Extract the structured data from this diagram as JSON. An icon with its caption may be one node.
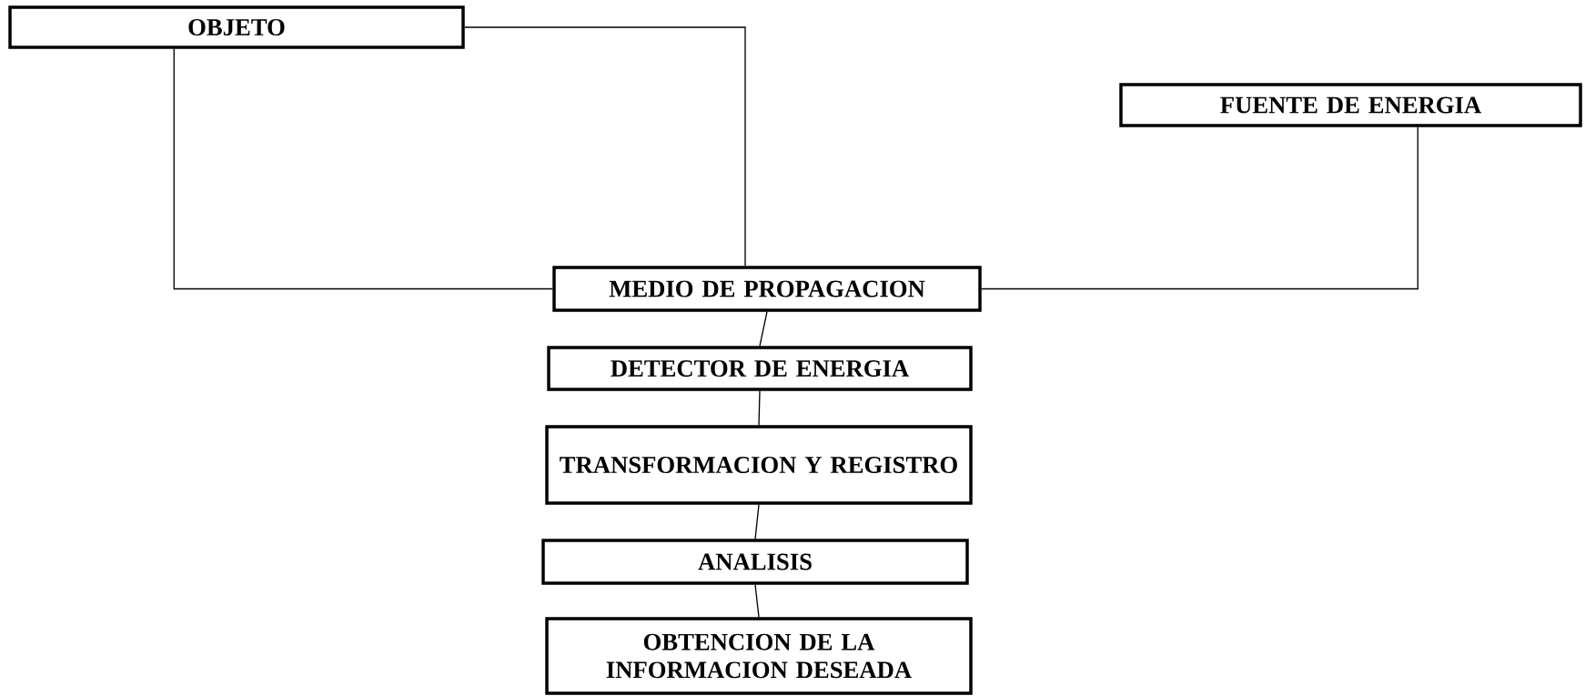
{
  "diagram": {
    "nodes": [
      {
        "text": [
          "OBJETO"
        ]
      },
      {
        "text": [
          "FUENTE DE ENERGIA"
        ]
      },
      {
        "text": [
          "MEDIO DE PROPAGACION"
        ]
      },
      {
        "text": [
          "DETECTOR DE ENERGIA"
        ]
      },
      {
        "text": [
          "TRANSFORMACION Y REGISTRO"
        ]
      },
      {
        "text": [
          "ANALISIS"
        ]
      },
      {
        "text": [
          "OBTENCION DE LA INFORMACION DESEADA"
        ]
      }
    ],
    "edges": [
      {
        "from": 0,
        "to": 2,
        "arrow": "none"
      },
      {
        "from": 0,
        "to": 2,
        "arrow": "none"
      },
      {
        "from": 1,
        "to": 2,
        "arrow": "none"
      },
      {
        "from": 2,
        "to": 3,
        "arrow": "none"
      },
      {
        "from": 3,
        "to": 4,
        "arrow": "none"
      },
      {
        "from": 4,
        "to": 5,
        "arrow": "none"
      },
      {
        "from": 5,
        "to": 6,
        "arrow": "none"
      }
    ]
  }
}
